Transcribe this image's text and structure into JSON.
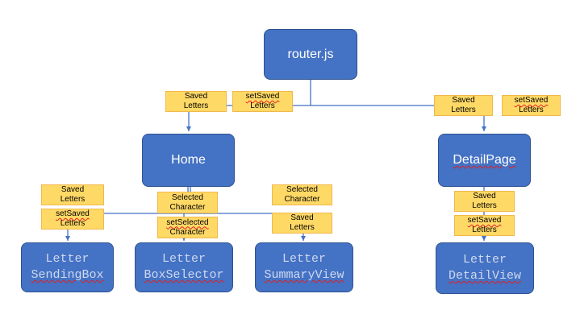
{
  "nodes": {
    "router": "router.js",
    "home": "Home",
    "detail_page": "DetailPage",
    "sending_box": [
      "Letter",
      "SendingBox"
    ],
    "box_selector": [
      "Letter",
      "BoxSelector"
    ],
    "summary_view": [
      "Letter",
      "SummaryView"
    ],
    "detail_view": [
      "Letter",
      "DetailView"
    ]
  },
  "labels": {
    "router_home_saved": [
      "Saved",
      "Letters"
    ],
    "router_home_set": [
      "setSaved",
      "Letters"
    ],
    "router_detail_saved": [
      "Saved",
      "Letters"
    ],
    "router_detail_set": [
      "setSaved",
      "Letters"
    ],
    "home_sending_saved": [
      "Saved",
      "Letters"
    ],
    "home_sending_set": [
      "setSaved",
      "Letters"
    ],
    "home_selector_selected": [
      "Selected",
      "Character"
    ],
    "home_selector_set": [
      "setSelected",
      "Character"
    ],
    "home_summary_selected": [
      "Selected",
      "Character"
    ],
    "home_summary_saved": [
      "Saved",
      "Letters"
    ],
    "detail_view_saved": [
      "Saved",
      "Letters"
    ],
    "detail_view_set": [
      "setSaved",
      "Letters"
    ]
  },
  "colors": {
    "node_fill": "#4472c4",
    "node_border": "#2f528f",
    "label_fill": "#ffd966",
    "connector": "#4472c4"
  }
}
